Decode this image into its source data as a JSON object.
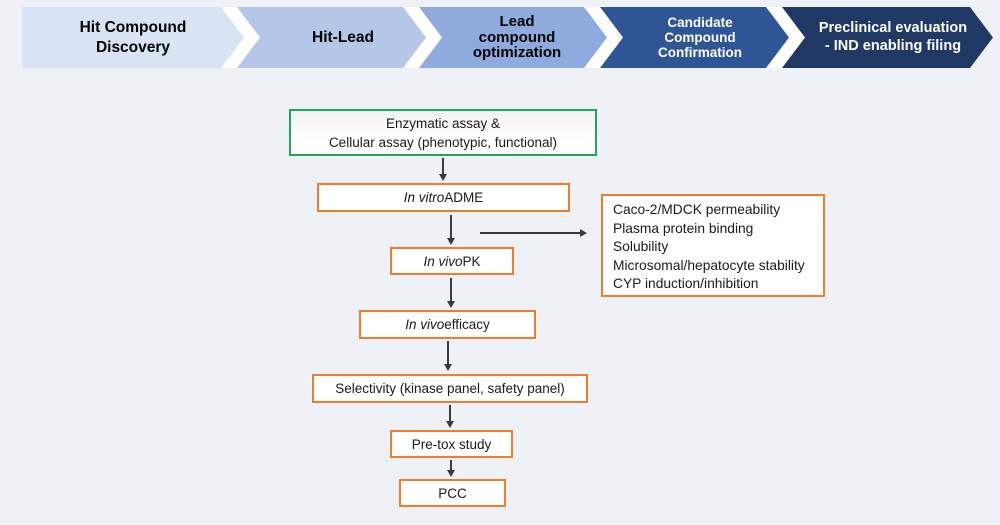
{
  "background_color": "#eef2f7",
  "pipeline": {
    "stages": [
      {
        "label": [
          "Hit Compound",
          "Discovery"
        ],
        "fill": "#dae3f3",
        "text_color": "#000000"
      },
      {
        "label": [
          "Hit-Lead"
        ],
        "fill": "#b4c7e7",
        "text_color": "#000000"
      },
      {
        "label": [
          "Lead",
          "compound",
          "optimization"
        ],
        "fill": "#8faadc",
        "text_color": "#000000"
      },
      {
        "label": [
          "Candidate",
          "Compound",
          "Confirmation"
        ],
        "fill": "#2f5597",
        "text_color": "#ffffff"
      },
      {
        "label": [
          "Preclinical evaluation",
          "- IND enabling filing"
        ],
        "fill": "#1f3864",
        "text_color": "#ffffff"
      }
    ],
    "separator_color": "#ffffff"
  },
  "flowchart": {
    "colors": {
      "orange_border": "#ee7c2b",
      "green_border": "#22a556",
      "arrow": "#3a3a3a"
    },
    "assay_box": {
      "label": [
        "Enzymatic assay &",
        "Cellular assay (phenotypic, functional)"
      ]
    },
    "adme_box": {
      "italic": "In vitro",
      "rest": " ADME"
    },
    "adme_detail_box": {
      "items": [
        "Caco-2/MDCK permeability",
        "Plasma protein binding",
        "Solubility",
        "Microsomal/hepatocyte stability",
        "CYP induction/inhibition"
      ]
    },
    "pk_box": {
      "italic": "In vivo",
      "rest": " PK"
    },
    "efficacy_box": {
      "italic": "In vivo",
      "rest": " efficacy"
    },
    "selectivity_box": {
      "label": "Selectivity (kinase panel, safety panel)"
    },
    "pretox_box": {
      "label": "Pre-tox study"
    },
    "pcc_box": {
      "label": "PCC"
    }
  }
}
